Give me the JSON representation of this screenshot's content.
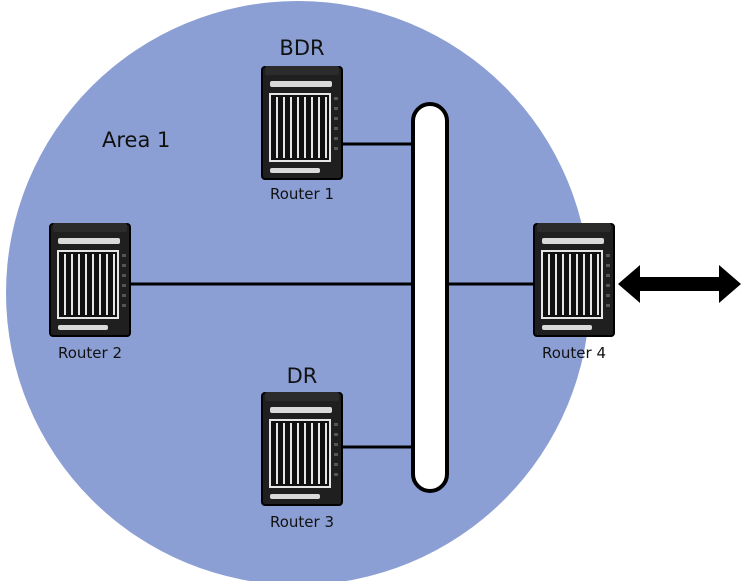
{
  "area": {
    "label": "Area 1",
    "fill_color": "#8c9fd4"
  },
  "segment": {
    "fill_color": "#ffffff",
    "stroke_color": "#000000"
  },
  "routers": [
    {
      "id": "router-1",
      "name": "Router 1",
      "role": "BDR"
    },
    {
      "id": "router-2",
      "name": "Router 2",
      "role": ""
    },
    {
      "id": "router-3",
      "name": "Router 3",
      "role": "DR"
    },
    {
      "id": "router-4",
      "name": "Router 4",
      "role": ""
    }
  ],
  "external_link": {
    "icon": "double-arrow-icon",
    "color": "#000000"
  }
}
